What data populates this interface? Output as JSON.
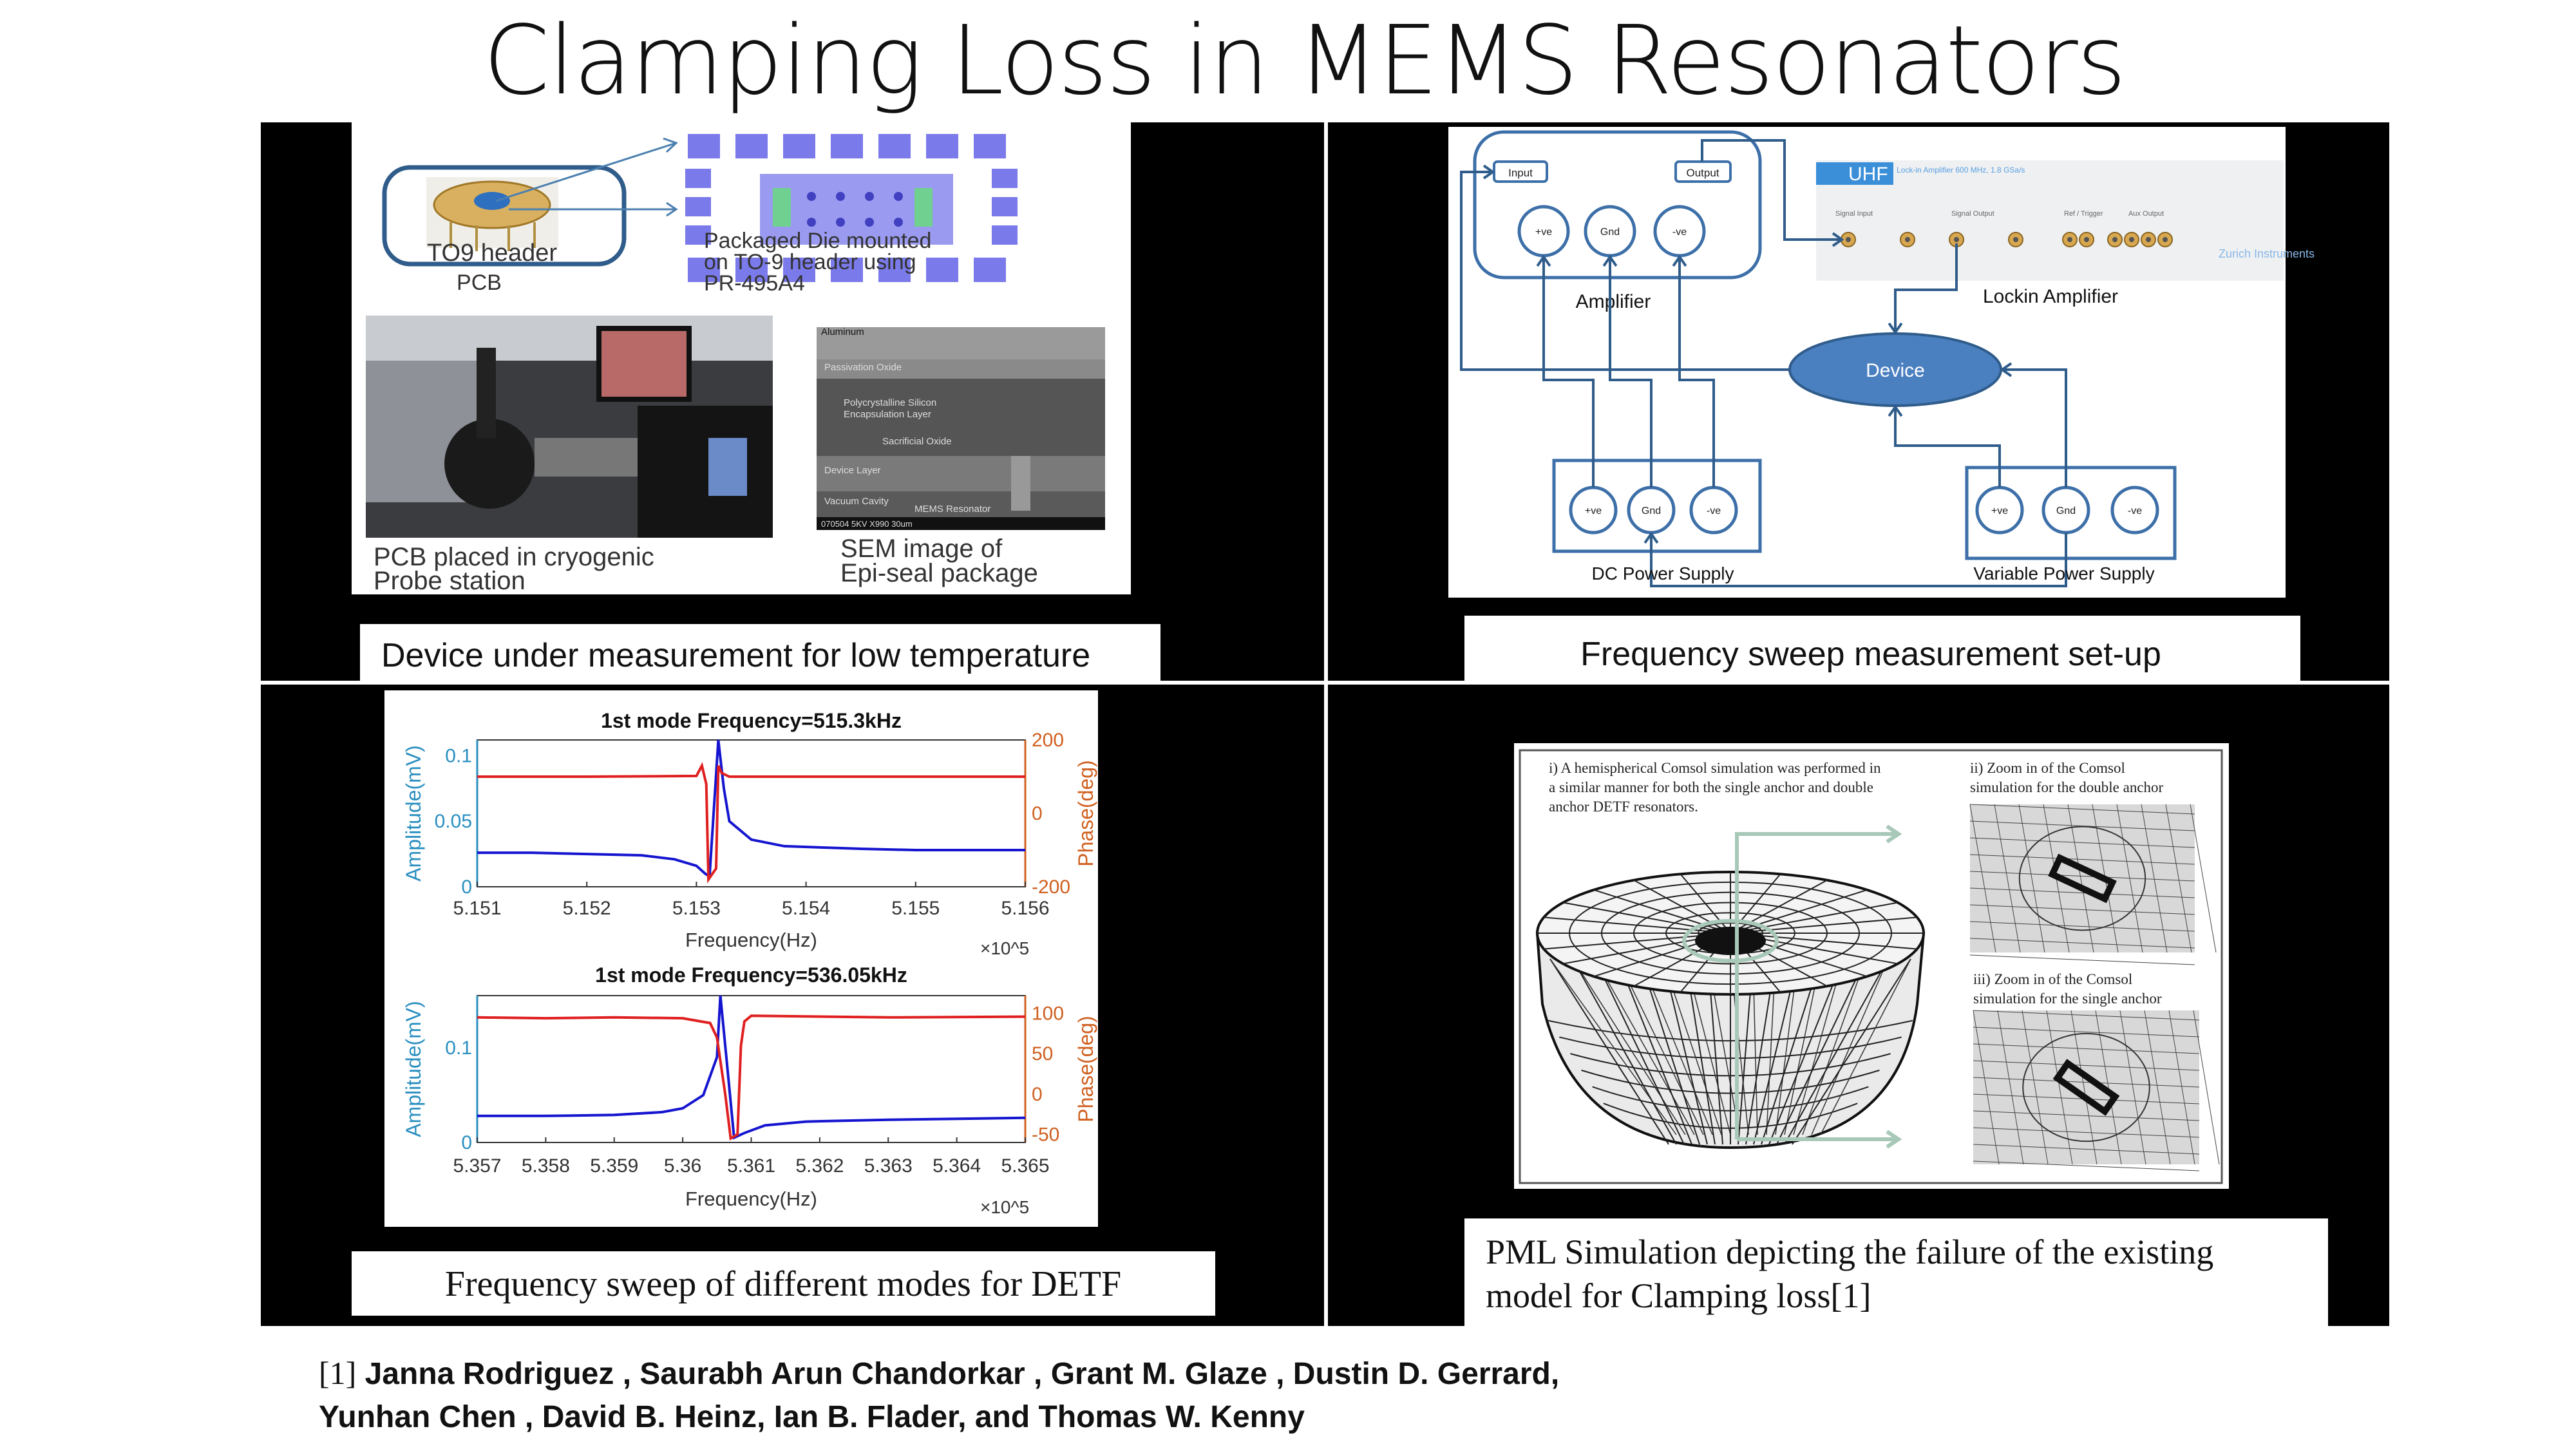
{
  "title": "Clamping Loss in MEMS Resonators",
  "panels": {
    "top_left": {
      "caption": "Device under measurement for low temperature",
      "pcb_box_label": "TO9 header",
      "pcb_label": "PCB",
      "die_text": [
        "Packaged Die mounted",
        "on TO-9 header using",
        "PR-495A4"
      ],
      "photo_caption": [
        "PCB placed in cryogenic",
        "Probe station"
      ],
      "sem_caption": [
        "SEM image of",
        "Epi-seal package"
      ],
      "sem_labels": [
        "Aluminum",
        "Passivation Oxide",
        "Polycrystalline Silicon",
        "Encapsulation Layer",
        "Sacrificial Oxide",
        "Device Layer",
        "Vacuum Cavity",
        "MEMS Resonator",
        "070504  5KV  X990  30um"
      ]
    },
    "top_right": {
      "caption": "Frequency sweep measurement set-up",
      "input_label": "Input",
      "output_label": "Output",
      "amplifier_label": "Amplifier",
      "lockin_label": "Lockin Amplifier",
      "device_label": "Device",
      "dc_supply_label": "DC Power Supply",
      "variable_supply_label": "Variable Power Supply",
      "terminals": [
        "+ve",
        "Gnd",
        "-ve"
      ],
      "uhf": {
        "brand": "UHF",
        "subtitle": "Lock-in Amplifier 600 MHz, 1.8 GSa/s",
        "maker": "Zurich Instruments",
        "groups": [
          "Signal Input",
          "Signal Output",
          "Ref / Trigger",
          "Aux Output"
        ]
      }
    },
    "bottom_left": {
      "caption": "Frequency sweep of different modes for DETF"
    },
    "bottom_right": {
      "caption": [
        "PML Simulation depicting the failure of the existing",
        "model for Clamping loss[1]"
      ],
      "text_i": [
        "i) A hemispherical Comsol simulation was performed in",
        "a similar manner for both the single anchor and double",
        "anchor DETF resonators."
      ],
      "text_ii": [
        "ii) Zoom in of the Comsol",
        "simulation for the double anchor"
      ],
      "text_iii": [
        "iii) Zoom in of the Comsol",
        "simulation for the single anchor"
      ]
    }
  },
  "reference": {
    "num": "[1]",
    "line1": "Janna Rodriguez , Saurabh Arun Chandorkar , Grant M. Glaze , Dustin D. Gerrard,",
    "line2": "Yunhan Chen , David B. Heinz, Ian B. Flader, and Thomas W. Kenny"
  },
  "colors": {
    "amplitude": "#1515d0",
    "phase": "#e02020",
    "left_axis": "#2a8fc0",
    "right_axis": "#d06020",
    "diagram": "#3d6fa8",
    "device": "#4a7fc0"
  },
  "chart_data": [
    {
      "type": "line",
      "title": "1st mode Frequency=515.3kHz",
      "xlabel": "Frequency(Hz)",
      "x_multiplier": "×10^5",
      "ylabel_left": "Amplitude(mV)",
      "ylabel_right": "Phase(deg)",
      "xlim": [
        5.151,
        5.156
      ],
      "x_ticks": [
        "5.151",
        "5.152",
        "5.153",
        "5.154",
        "5.155",
        "5.156"
      ],
      "ylim_left": [
        0,
        0.112
      ],
      "y_ticks_left": [
        0,
        0.05,
        0.1
      ],
      "y_tick_labels_left": [
        "0",
        "0.05",
        "0.1"
      ],
      "ylim_right": [
        -200,
        200
      ],
      "y_ticks_right": [
        -200,
        0,
        200
      ],
      "y_tick_labels_right": [
        "-200",
        "0",
        "200"
      ],
      "series": [
        {
          "name": "Amplitude",
          "axis": "left",
          "x": [
            5.151,
            5.1515,
            5.152,
            5.1525,
            5.1528,
            5.153,
            5.15308,
            5.15312,
            5.1532,
            5.15325,
            5.1533,
            5.1535,
            5.1538,
            5.1545,
            5.155,
            5.156
          ],
          "y": [
            0.026,
            0.026,
            0.025,
            0.024,
            0.021,
            0.016,
            0.01,
            0.008,
            0.112,
            0.075,
            0.05,
            0.036,
            0.031,
            0.029,
            0.028,
            0.028
          ]
        },
        {
          "name": "Phase",
          "axis": "right",
          "x": [
            5.151,
            5.152,
            5.153,
            5.15305,
            5.15309,
            5.15311,
            5.15318,
            5.1532,
            5.15323,
            5.1533,
            5.154,
            5.155,
            5.156
          ],
          "y": [
            100,
            100,
            102,
            130,
            80,
            -180,
            -150,
            130,
            110,
            100,
            100,
            100,
            100
          ]
        }
      ]
    },
    {
      "type": "line",
      "title": "1st mode Frequency=536.05kHz",
      "xlabel": "Frequency(Hz)",
      "x_multiplier": "×10^5",
      "ylabel_left": "Amplitude(mV)",
      "ylabel_right": "Phase(deg)",
      "xlim": [
        5.357,
        5.365
      ],
      "x_ticks": [
        "5.357",
        "5.358",
        "5.359",
        "5.36",
        "5.361",
        "5.362",
        "5.363",
        "5.364",
        "5.365"
      ],
      "ylim_left": [
        0,
        0.155
      ],
      "y_ticks_left": [
        0,
        0.1
      ],
      "y_tick_labels_left": [
        "0",
        "0.1"
      ],
      "ylim_right": [
        -60,
        122
      ],
      "y_ticks_right": [
        -50,
        0,
        50,
        100
      ],
      "y_tick_labels_right": [
        "-50",
        "0",
        "50",
        "100"
      ],
      "series": [
        {
          "name": "Amplitude",
          "axis": "left",
          "x": [
            5.357,
            5.358,
            5.359,
            5.3597,
            5.36,
            5.3603,
            5.3605,
            5.36055,
            5.36065,
            5.36075,
            5.3609,
            5.3612,
            5.3618,
            5.363,
            5.365
          ],
          "y": [
            0.028,
            0.028,
            0.029,
            0.032,
            0.036,
            0.05,
            0.09,
            0.155,
            0.08,
            0.005,
            0.01,
            0.018,
            0.022,
            0.024,
            0.026
          ]
        },
        {
          "name": "Phase",
          "axis": "right",
          "x": [
            5.357,
            5.358,
            5.359,
            5.36,
            5.3604,
            5.3605,
            5.36062,
            5.3607,
            5.3608,
            5.36085,
            5.3609,
            5.361,
            5.363,
            5.365
          ],
          "y": [
            95,
            94,
            95,
            94,
            88,
            70,
            0,
            -55,
            -50,
            60,
            90,
            97,
            95,
            96
          ]
        }
      ]
    }
  ]
}
